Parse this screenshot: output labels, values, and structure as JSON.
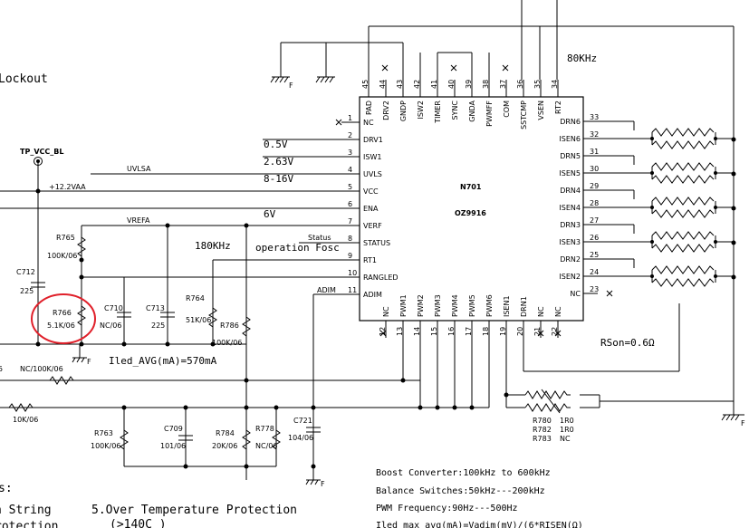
{
  "chip": {
    "ref": "N701",
    "part": "OZ9916",
    "left_pins": [
      {
        "num": "1",
        "name": "NC"
      },
      {
        "num": "2",
        "name": "DRV1"
      },
      {
        "num": "3",
        "name": "ISW1"
      },
      {
        "num": "4",
        "name": "UVLS"
      },
      {
        "num": "5",
        "name": "VCC"
      },
      {
        "num": "6",
        "name": "ENA"
      },
      {
        "num": "7",
        "name": "VERF"
      },
      {
        "num": "8",
        "name": "STATUS"
      },
      {
        "num": "9",
        "name": "RT1"
      },
      {
        "num": "10",
        "name": "RANGLED"
      },
      {
        "num": "11",
        "name": "ADIM"
      }
    ],
    "top_pins": [
      {
        "num": "45",
        "name": "PAD"
      },
      {
        "num": "44",
        "name": "DRV2"
      },
      {
        "num": "43",
        "name": "GNDP"
      },
      {
        "num": "42",
        "name": "ISW2"
      },
      {
        "num": "41",
        "name": "TIMER"
      },
      {
        "num": "40",
        "name": "SYNC"
      },
      {
        "num": "39",
        "name": "GNDA"
      },
      {
        "num": "38",
        "name": "PWMFF"
      },
      {
        "num": "37",
        "name": "COM"
      },
      {
        "num": "36",
        "name": "SSTCMP"
      },
      {
        "num": "35",
        "name": "VSEN"
      },
      {
        "num": "34",
        "name": "RT2"
      }
    ],
    "right_pins": [
      {
        "num": "33",
        "name": "DRN6"
      },
      {
        "num": "32",
        "name": "ISEN6"
      },
      {
        "num": "31",
        "name": "DRN5"
      },
      {
        "num": "30",
        "name": "ISEN5"
      },
      {
        "num": "29",
        "name": "DRN4"
      },
      {
        "num": "28",
        "name": "ISEN4"
      },
      {
        "num": "27",
        "name": "DRN3"
      },
      {
        "num": "26",
        "name": "ISEN3"
      },
      {
        "num": "25",
        "name": "DRN2"
      },
      {
        "num": "24",
        "name": "ISEN2"
      },
      {
        "num": "23",
        "name": "NC"
      }
    ],
    "bottom_pins": [
      {
        "num": "12",
        "name": "NC"
      },
      {
        "num": "13",
        "name": "PWM1"
      },
      {
        "num": "14",
        "name": "PWM2"
      },
      {
        "num": "15",
        "name": "PWM3"
      },
      {
        "num": "16",
        "name": "PWM4"
      },
      {
        "num": "17",
        "name": "PWM5"
      },
      {
        "num": "18",
        "name": "PWM6"
      },
      {
        "num": "19",
        "name": "ISEN1"
      },
      {
        "num": "20",
        "name": "DRN1"
      },
      {
        "num": "21",
        "name": "NC"
      },
      {
        "num": "22",
        "name": "NC"
      }
    ]
  },
  "nets": {
    "v05": "0.5V",
    "v263": "2.63V",
    "v816": "8-16V",
    "v6": "6V",
    "uvlsa": "UVLSA",
    "vrefa": "VREFA",
    "status": "Status",
    "adim": "ADIM",
    "v122": "+12.2VAA",
    "tp": "TP_VCC_BL",
    "f80": "80KHz",
    "f180": "180KHz",
    "fosc": "operation Fosc",
    "lockout": "Lockout",
    "iled": "Iled_AVG(mA)=570mA",
    "rson": "RSon=0.6Ω"
  },
  "components": {
    "r765": {
      "ref": "R765",
      "val": "100K/06"
    },
    "c712": {
      "ref": "C712",
      "val": "225"
    },
    "r766": {
      "ref": "R766",
      "val": "5.1K/06"
    },
    "c710": {
      "ref": "C710",
      "val": "NC/06"
    },
    "c713": {
      "ref": "C713",
      "val": "225"
    },
    "r764": {
      "ref": "R764",
      "val": "51K/06"
    },
    "r786": {
      "ref": "R786",
      "val": "100K/06"
    },
    "r_nc": {
      "val": "NC/100K/06"
    },
    "r_10k": {
      "val": "10K/06"
    },
    "r763": {
      "ref": "R763",
      "val": "100K/06"
    },
    "c709": {
      "ref": "C709",
      "val": "101/06"
    },
    "r784": {
      "ref": "R784",
      "val": "20K/06"
    },
    "r778": {
      "ref": "R778",
      "val": "NC/06"
    },
    "c721": {
      "ref": "C721",
      "val": "104/06"
    },
    "r780": {
      "ref": "R780",
      "val": "1R0"
    },
    "r782": {
      "ref": "R782",
      "val": "1R0"
    },
    "r783": {
      "ref": "R783",
      "val": "NC"
    },
    "frag5": "5"
  },
  "notes": {
    "boost": "Boost Converter:100kHz to 600kHz",
    "balance": "Balance Switches:50kHz---200kHz",
    "pwm": "PWM Frequency:90Hz---500Hz",
    "iled_formula": "Iled_max_avg(mA)=Vadim(mV)/(6*RISEN(Ω)",
    "ts": "s:",
    "string": "n String",
    "protect": "rotection",
    "otp": "5.Over Temperature Protection",
    "otp2": "(>140C )"
  },
  "highlight_color": "#e0202a"
}
